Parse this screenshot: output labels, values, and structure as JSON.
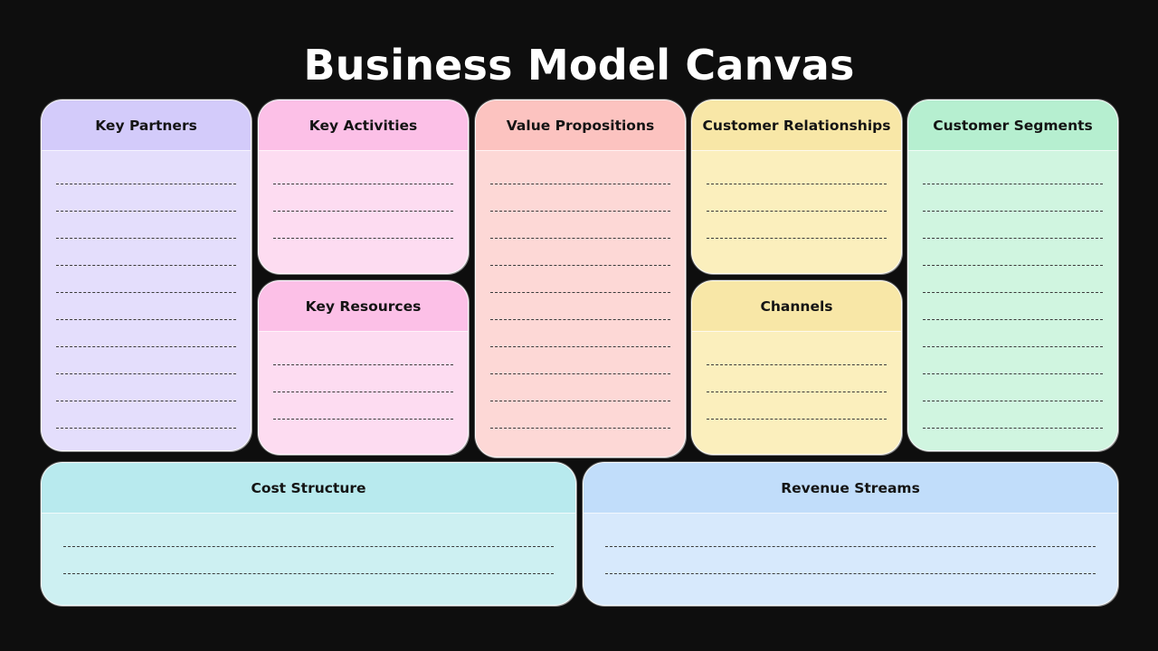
{
  "title": "Business Model Canvas",
  "blocks": {
    "key_partners": {
      "label": "Key Partners"
    },
    "key_activities": {
      "label": "Key Activities"
    },
    "key_resources": {
      "label": "Key Resources"
    },
    "value_propositions": {
      "label": "Value Propositions"
    },
    "customer_relationships": {
      "label": "Customer Relationships"
    },
    "channels": {
      "label": "Channels"
    },
    "customer_segments": {
      "label": "Customer Segments"
    },
    "cost_structure": {
      "label": "Cost Structure"
    },
    "revenue_streams": {
      "label": "Revenue Streams"
    }
  },
  "colors": {
    "background": "#0e0e0e",
    "key_partners": "#d3cbfa",
    "key_activities": "#fcc0e7",
    "value_propositions": "#fcc3c0",
    "customer_relationships": "#f8e7a7",
    "customer_segments": "#b6efd0",
    "cost_structure": "#b8eaee",
    "revenue_streams": "#c1ddfa"
  }
}
